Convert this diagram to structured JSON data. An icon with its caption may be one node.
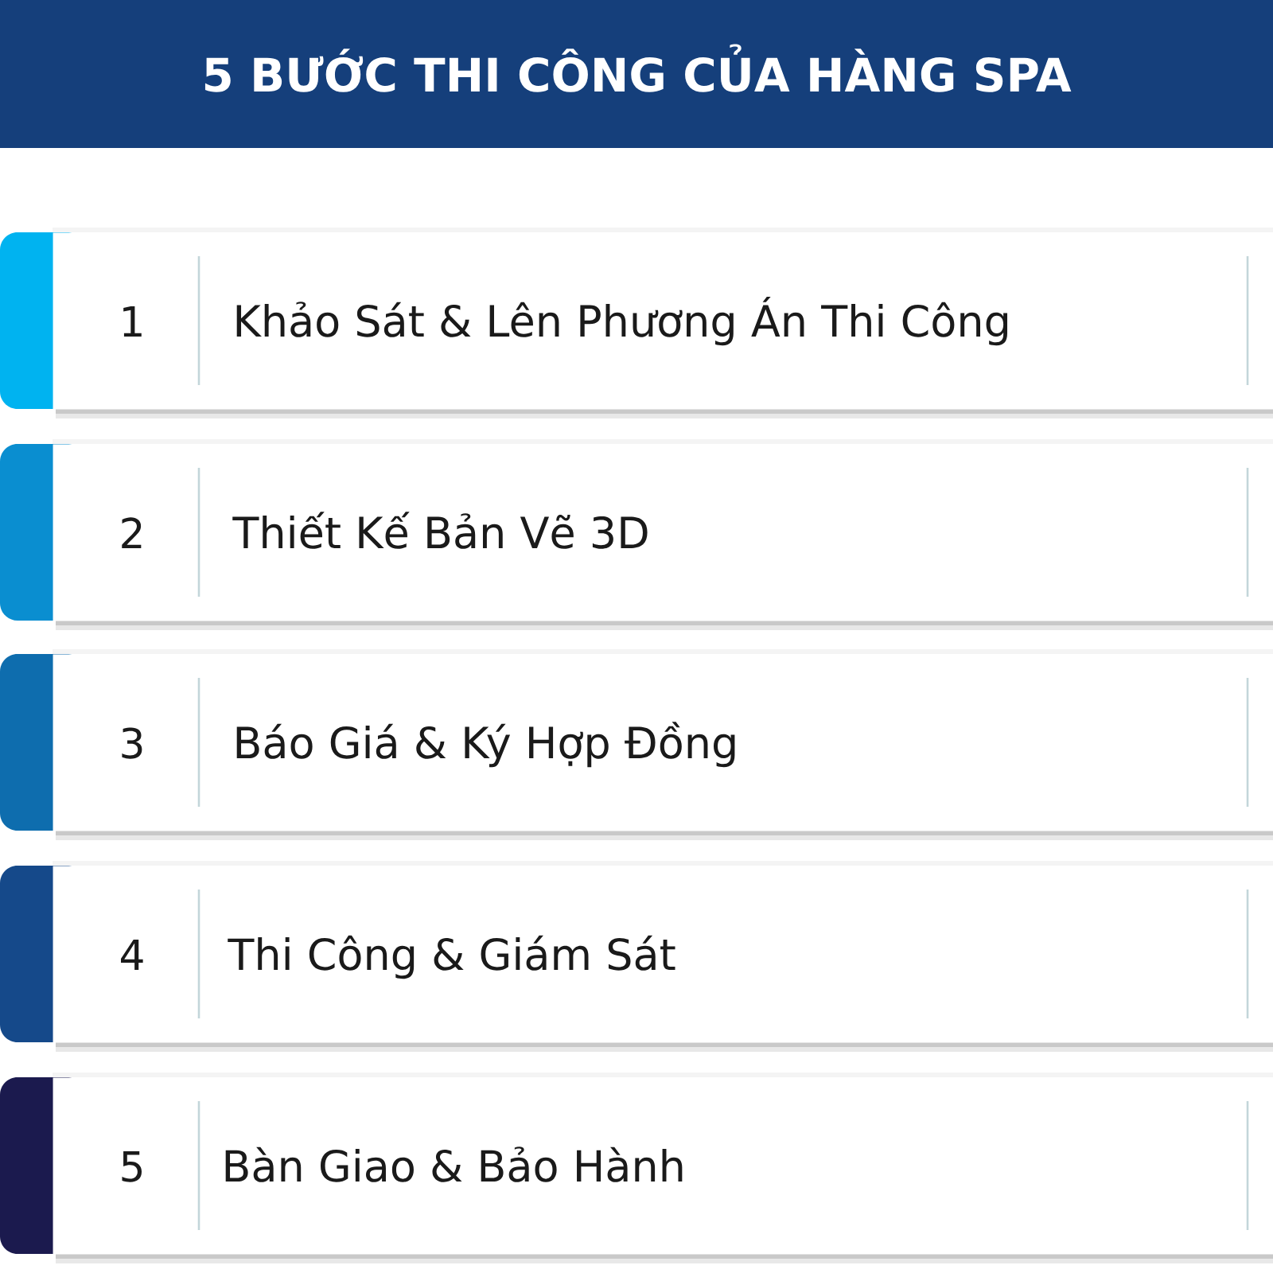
{
  "diagram": {
    "title": "5 BƯỚC THI CÔNG CỦA HÀNG SPA",
    "nodes": [
      {
        "text": [
          "1",
          "Khảo Sát & Lên Phương Án Thi Công"
        ]
      },
      {
        "text": [
          "2",
          "Thiết Kế Bản Vẽ 3D"
        ]
      },
      {
        "text": [
          "3",
          "Báo Giá & Ký Hợp Đồng"
        ]
      },
      {
        "text": [
          "4",
          "Thi Công & Giám Sát"
        ]
      },
      {
        "text": [
          "5",
          "Bàn Giao & Bảo Hành"
        ]
      }
    ]
  }
}
